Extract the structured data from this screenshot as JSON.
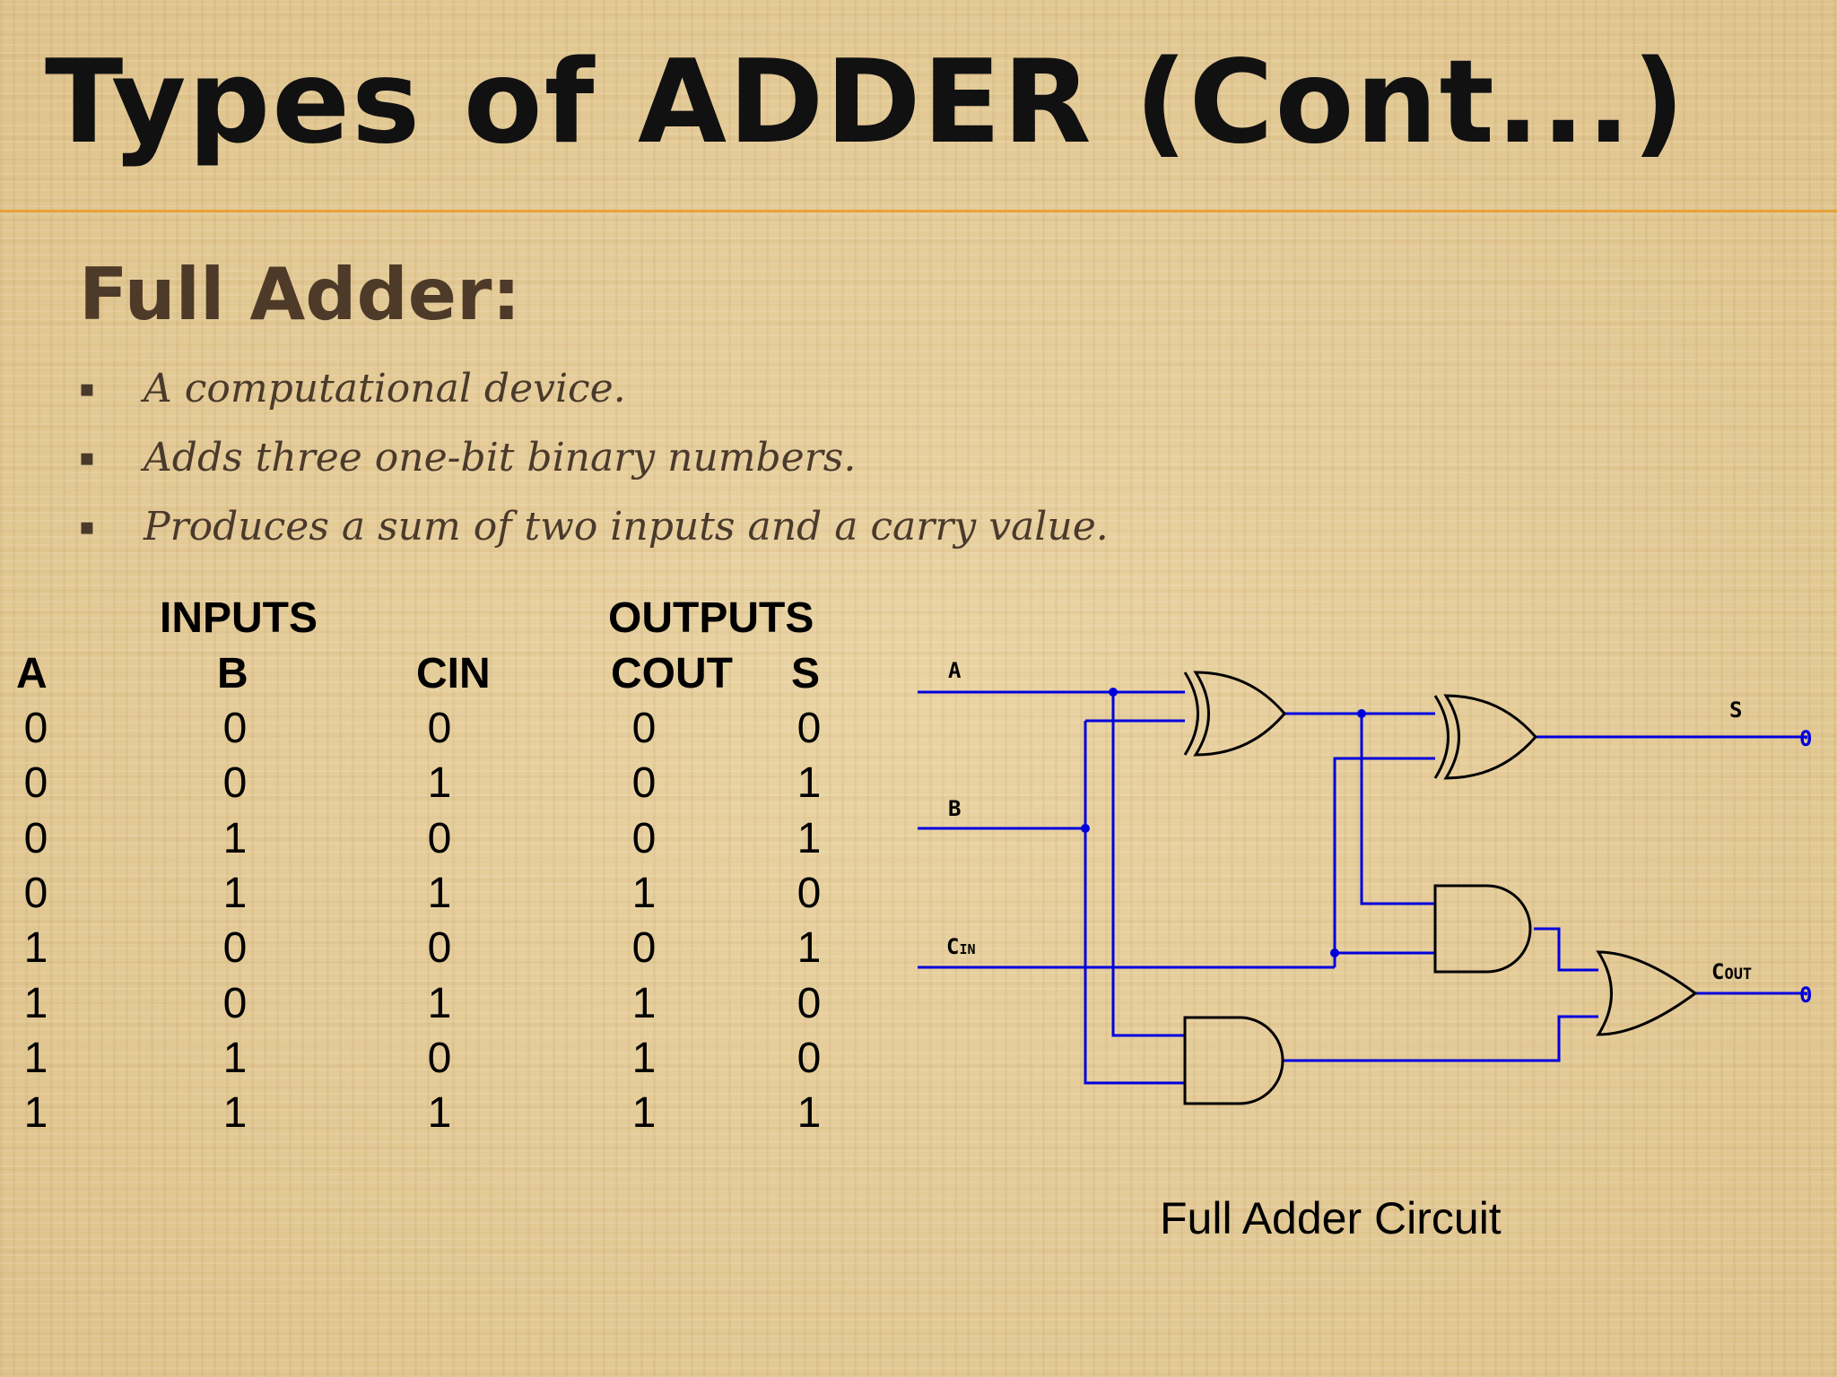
{
  "title": "Types of ADDER (Cont...)",
  "subtitle": "Full Adder:",
  "bullets": [
    "A computational device.",
    "Adds three one-bit binary numbers.",
    "Produces a sum of two inputs and a carry value."
  ],
  "bullet_marker": "▪",
  "truth_table": {
    "group_headers": {
      "inputs": "INPUTS",
      "outputs": "OUTPUTS"
    },
    "columns": [
      "A",
      "B",
      "CIN",
      "COUT",
      "S"
    ],
    "rows": [
      [
        "0",
        "0",
        "0",
        "0",
        "0"
      ],
      [
        "0",
        "0",
        "1",
        "0",
        "1"
      ],
      [
        "0",
        "1",
        "0",
        "0",
        "1"
      ],
      [
        "0",
        "1",
        "1",
        "1",
        "0"
      ],
      [
        "1",
        "0",
        "0",
        "0",
        "1"
      ],
      [
        "1",
        "0",
        "1",
        "1",
        "0"
      ],
      [
        "1",
        "1",
        "0",
        "1",
        "0"
      ],
      [
        "1",
        "1",
        "1",
        "1",
        "1"
      ]
    ]
  },
  "circuit": {
    "labels": {
      "a": "A",
      "b": "B",
      "cin_main": "C",
      "cin_sub": "IN",
      "s": "S",
      "cout_main": "C",
      "cout_sub": "OUT"
    },
    "outputs": {
      "s_value": "0",
      "cout_value": "0"
    },
    "wire_color": "#0000dd",
    "gate_color": "#000000"
  },
  "caption": "Full Adder Circuit"
}
